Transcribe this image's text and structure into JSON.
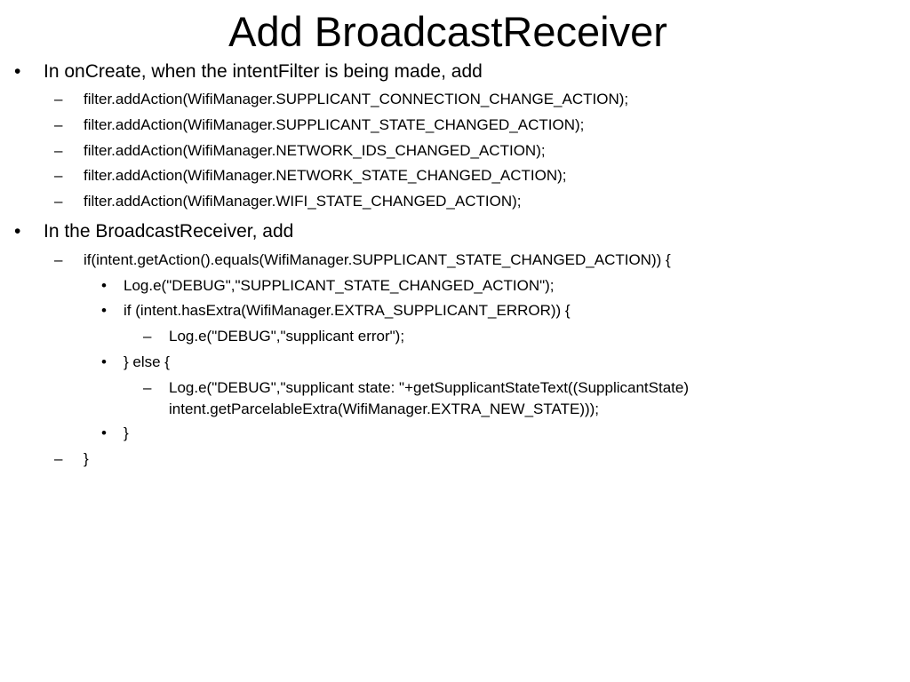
{
  "slide": {
    "title": "Add BroadcastReceiver",
    "markers": {
      "bullet": "•",
      "dash": "–"
    },
    "section1": {
      "heading": "In onCreate, when the intentFilter is being made, add",
      "lines": [
        "filter.addAction(WifiManager.SUPPLICANT_CONNECTION_CHANGE_ACTION);",
        "filter.addAction(WifiManager.SUPPLICANT_STATE_CHANGED_ACTION);",
        "filter.addAction(WifiManager.NETWORK_IDS_CHANGED_ACTION);",
        "filter.addAction(WifiManager.NETWORK_STATE_CHANGED_ACTION);",
        "filter.addAction(WifiManager.WIFI_STATE_CHANGED_ACTION);"
      ]
    },
    "section2": {
      "heading": "In the BroadcastReceiver, add",
      "if_line": "if(intent.getAction().equals(WifiManager.SUPPLICANT_STATE_CHANGED_ACTION)) {",
      "log_line": "Log.e(\"DEBUG\",\"SUPPLICANT_STATE_CHANGED_ACTION\");",
      "has_extra_line": "if (intent.hasExtra(WifiManager.EXTRA_SUPPLICANT_ERROR)) {",
      "error_log_line": "Log.e(\"DEBUG\",\"supplicant error\");",
      "else_line": "} else {",
      "state_log_line": "Log.e(\"DEBUG\",\"supplicant state: \"+getSupplicantStateText((SupplicantState) intent.getParcelableExtra(WifiManager.EXTRA_NEW_STATE)));",
      "close_inner": "}",
      "close_outer": "}"
    }
  }
}
